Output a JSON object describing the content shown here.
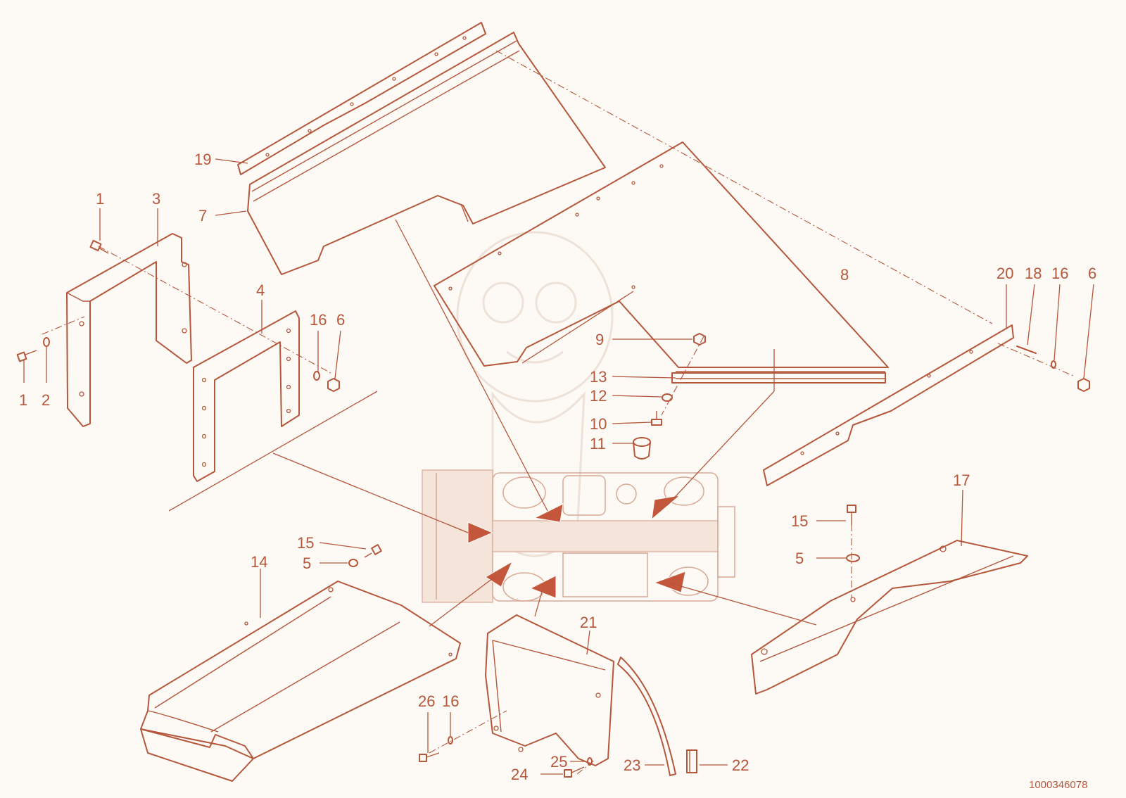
{
  "diagram": {
    "reference": "1000346078",
    "labels": [
      {
        "id": "l19",
        "text": "19"
      },
      {
        "id": "l1a",
        "text": "1"
      },
      {
        "id": "l3",
        "text": "3"
      },
      {
        "id": "l7",
        "text": "7"
      },
      {
        "id": "l1b",
        "text": "1"
      },
      {
        "id": "l2",
        "text": "2"
      },
      {
        "id": "l4",
        "text": "4"
      },
      {
        "id": "l16a",
        "text": "16"
      },
      {
        "id": "l6a",
        "text": "6"
      },
      {
        "id": "l8",
        "text": "8"
      },
      {
        "id": "l9",
        "text": "9"
      },
      {
        "id": "l13",
        "text": "13"
      },
      {
        "id": "l12",
        "text": "12"
      },
      {
        "id": "l10",
        "text": "10"
      },
      {
        "id": "l11",
        "text": "11"
      },
      {
        "id": "l20",
        "text": "20"
      },
      {
        "id": "l18",
        "text": "18"
      },
      {
        "id": "l16b",
        "text": "16"
      },
      {
        "id": "l6b",
        "text": "6"
      },
      {
        "id": "l17",
        "text": "17"
      },
      {
        "id": "l15a",
        "text": "15"
      },
      {
        "id": "l5a",
        "text": "5"
      },
      {
        "id": "l15b",
        "text": "15"
      },
      {
        "id": "l5b",
        "text": "5"
      },
      {
        "id": "l14",
        "text": "14"
      },
      {
        "id": "l21",
        "text": "21"
      },
      {
        "id": "l26",
        "text": "26"
      },
      {
        "id": "l16c",
        "text": "16"
      },
      {
        "id": "l25",
        "text": "25"
      },
      {
        "id": "l24",
        "text": "24"
      },
      {
        "id": "l23",
        "text": "23"
      },
      {
        "id": "l22",
        "text": "22"
      }
    ]
  }
}
